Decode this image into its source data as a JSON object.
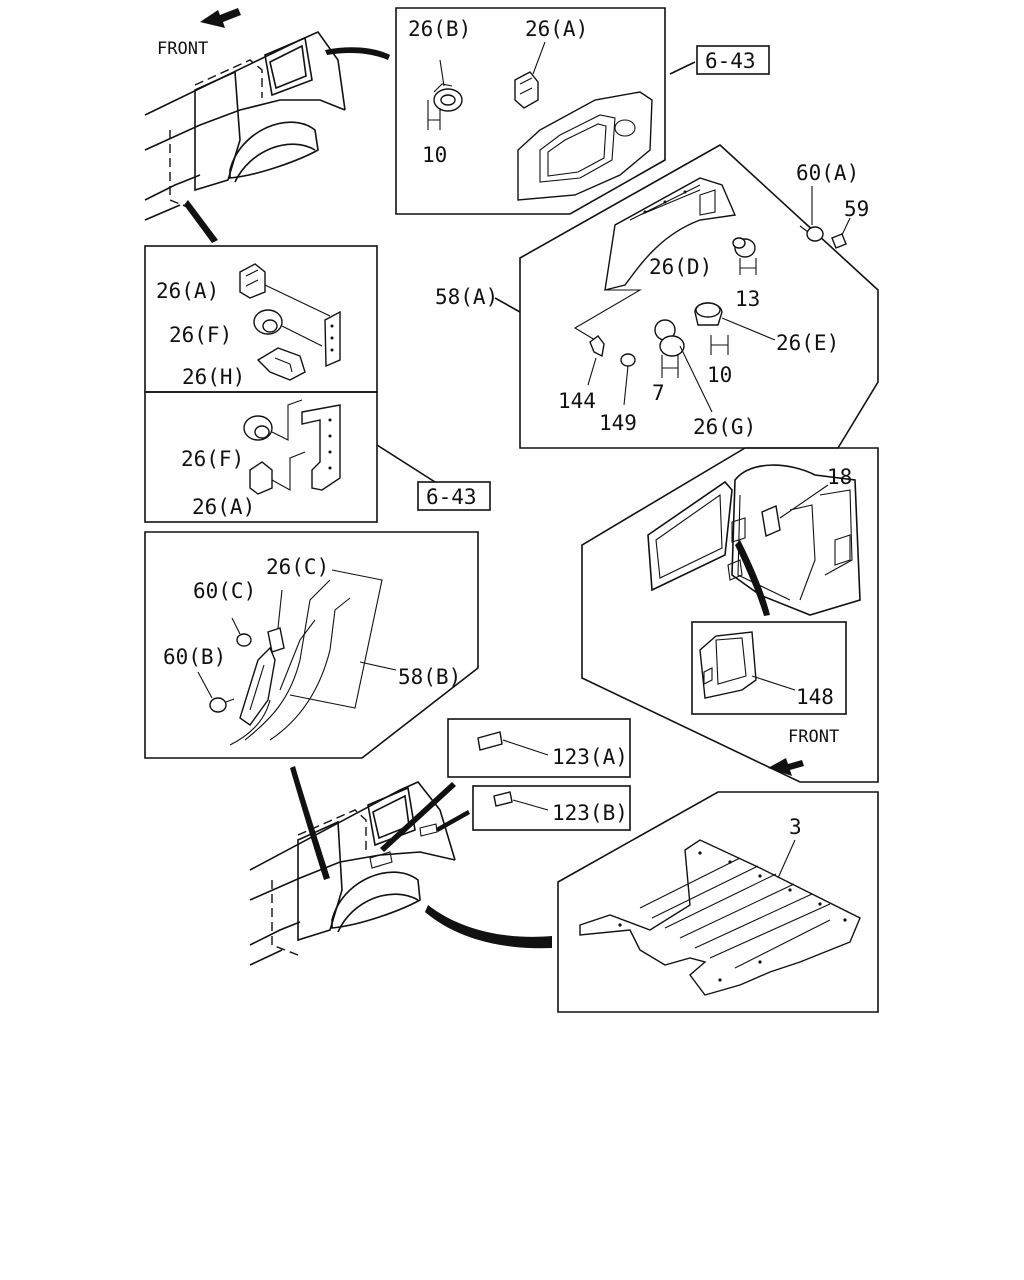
{
  "labels": {
    "front_top": "FRONT",
    "front_right": "FRONT",
    "ref_643_top": "6-43",
    "ref_643_mid": "6-43",
    "c26b_top": "26(B)",
    "c26a_top": "26(A)",
    "n10_top": "10",
    "c60a": "60(A)",
    "n59": "59",
    "c26d": "26(D)",
    "n13": "13",
    "c58a": "58(A)",
    "c26e": "26(E)",
    "n144": "144",
    "n149": "149",
    "n7": "7",
    "n10_mid": "10",
    "c26g": "26(G)",
    "c26a_l1": "26(A)",
    "c26f_l1": "26(F)",
    "c26h": "26(H)",
    "c26f_l2": "26(F)",
    "c26a_l2": "26(A)",
    "c26c": "26(C)",
    "c60c": "60(C)",
    "c60b": "60(B)",
    "c58b": "58(B)",
    "n18": "18",
    "n148": "148",
    "c123a": "123(A)",
    "c123b": "123(B)",
    "n3": "3"
  }
}
